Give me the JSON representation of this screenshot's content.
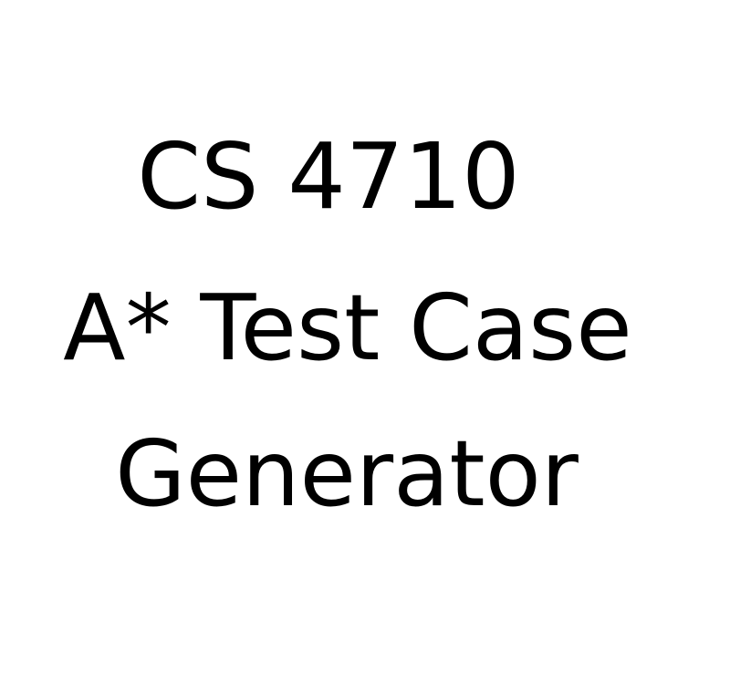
{
  "title": {
    "line1": "CS 4710",
    "line2": "A* Test Case",
    "line3": "Generator"
  }
}
